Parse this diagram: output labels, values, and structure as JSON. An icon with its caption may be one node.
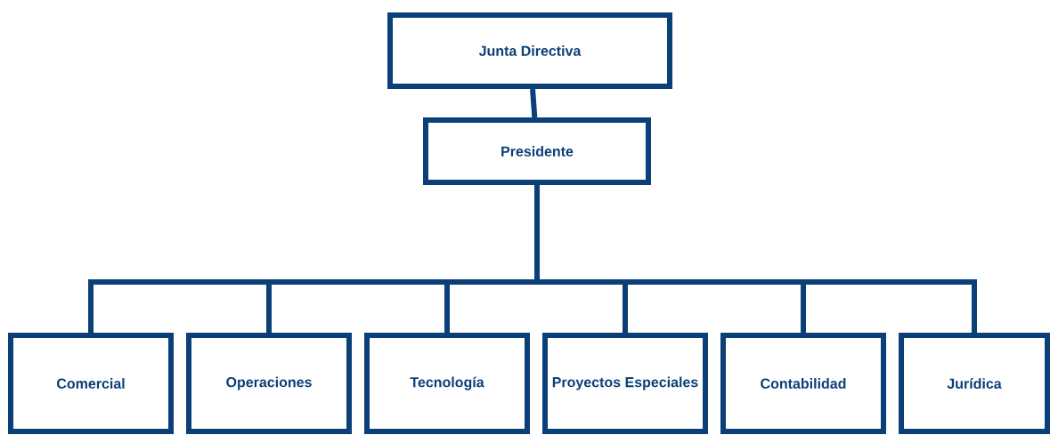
{
  "diagram": {
    "nodes": [
      {
        "text": [
          "Junta Directiva"
        ]
      },
      {
        "text": [
          "Presidente"
        ]
      },
      {
        "text": [
          "Comercial"
        ]
      },
      {
        "text": [
          "Operaciones"
        ]
      },
      {
        "text": [
          "Tecnología"
        ]
      },
      {
        "text": [
          "Proyectos Especiales"
        ]
      },
      {
        "text": [
          "Contabilidad"
        ]
      },
      {
        "text": [
          "Jurídica"
        ]
      }
    ],
    "edges": [
      {
        "from": 0,
        "to": 1,
        "arrow": "none"
      },
      {
        "from": 1,
        "to": 2,
        "arrow": "none"
      },
      {
        "from": 1,
        "to": 3,
        "arrow": "none"
      },
      {
        "from": 1,
        "to": 4,
        "arrow": "none"
      },
      {
        "from": 1,
        "to": 5,
        "arrow": "none"
      },
      {
        "from": 1,
        "to": 6,
        "arrow": "none"
      },
      {
        "from": 1,
        "to": 7,
        "arrow": "none"
      }
    ]
  }
}
